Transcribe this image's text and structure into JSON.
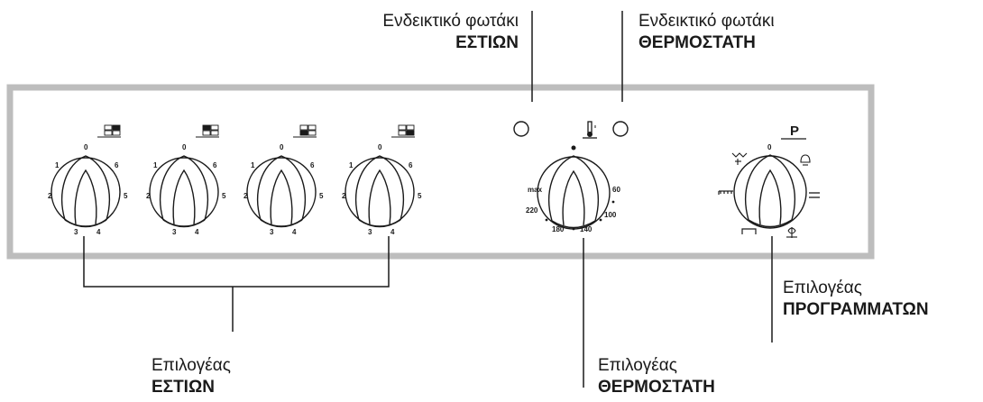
{
  "callouts": {
    "burner_indicator": {
      "line1": "Ενδεικτικό φωτάκι",
      "line2": "ΕΣΤΙΩΝ"
    },
    "thermostat_indicator": {
      "line1": "Ενδεικτικό φωτάκι",
      "line2": "ΘΕΡΜΟΣΤΑΤΗ"
    },
    "program_selector": {
      "line1": "Επιλογέας",
      "line2": "ΠΡΟΓΡΑΜΜΑΤΩΝ"
    },
    "burner_selector": {
      "line1": "Επιλογέας",
      "line2": "ΕΣΤΙΩΝ"
    },
    "thermostat_selector": {
      "line1": "Επιλογέας",
      "line2": "ΘΕΡΜΟΣΤΑΤΗ"
    }
  },
  "burner_knobs": [
    {
      "zero": "0",
      "s1": "1",
      "s2": "2",
      "s3": "3",
      "s4": "4",
      "s5": "5",
      "s6": "6",
      "zone_icon": "cooktop-front-left-icon"
    },
    {
      "zero": "0",
      "s1": "1",
      "s2": "2",
      "s3": "3",
      "s4": "4",
      "s5": "5",
      "s6": "6",
      "zone_icon": "cooktop-back-left-icon"
    },
    {
      "zero": "0",
      "s1": "1",
      "s2": "2",
      "s3": "3",
      "s4": "4",
      "s5": "5",
      "s6": "6",
      "zone_icon": "cooktop-back-right-icon"
    },
    {
      "zero": "0",
      "s1": "1",
      "s2": "2",
      "s3": "3",
      "s4": "4",
      "s5": "5",
      "s6": "6",
      "zone_icon": "cooktop-front-right-icon"
    }
  ],
  "thermostat_knob": {
    "icon": "thermometer-icon",
    "marks": {
      "t60": "60",
      "t100": "100",
      "t140": "140",
      "t180": "180",
      "t220": "220",
      "tmax": "max"
    }
  },
  "program_knob": {
    "symbol": "P",
    "zero": "0",
    "icons": [
      "fan-grill-icon",
      "lamp-icon",
      "top-heater-icon",
      "top-bottom-heat-icon",
      "bottom-heater-icon",
      "fan-icon"
    ]
  },
  "colors": {
    "panel_border": "#bdbdbd",
    "line": "#1a1a1a",
    "background": "#ffffff"
  }
}
